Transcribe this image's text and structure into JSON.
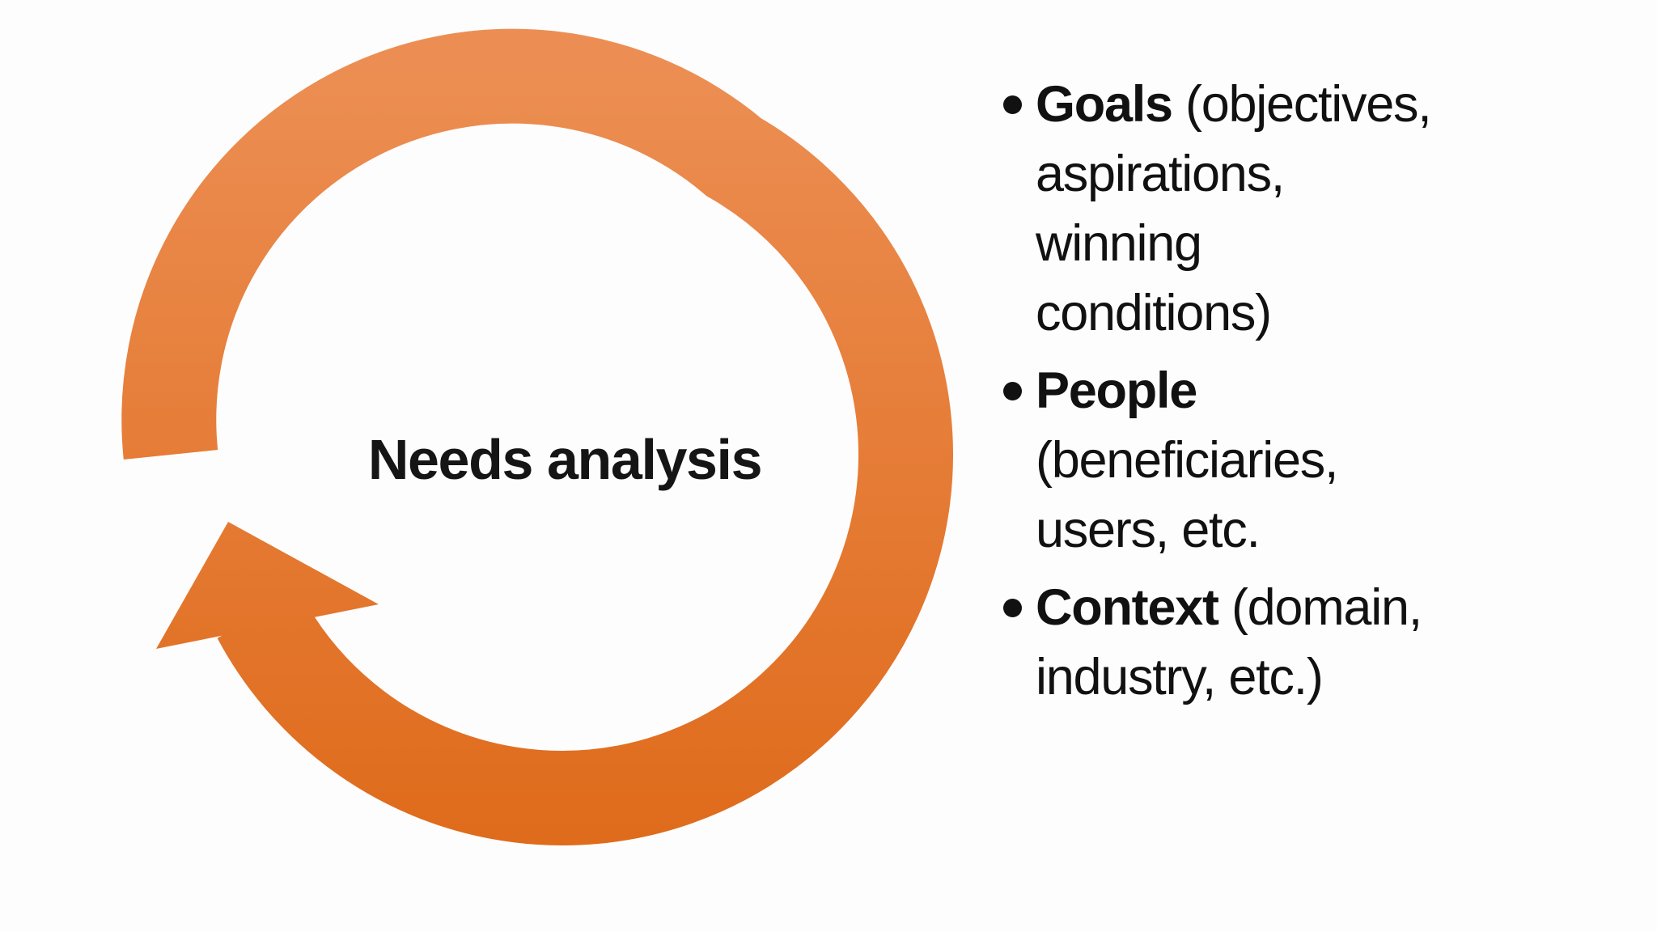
{
  "diagram": {
    "center_label": "Needs analysis",
    "colors": {
      "ring_gradient_top": "#EC8E53",
      "ring_gradient_bottom": "#DF6B1B",
      "text": "#111111",
      "background": "#FDFDFD"
    }
  },
  "bullets": {
    "items": [
      {
        "term": "Goals",
        "term_own_line": false,
        "lines": [
          "(objectives,",
          "aspirations,",
          "winning",
          "conditions)"
        ]
      },
      {
        "term": "People",
        "term_own_line": true,
        "lines": [
          "(beneficiaries,",
          "users, etc."
        ]
      },
      {
        "term": "Context",
        "term_own_line": false,
        "lines": [
          "(domain,",
          "industry, etc.)"
        ]
      }
    ]
  }
}
